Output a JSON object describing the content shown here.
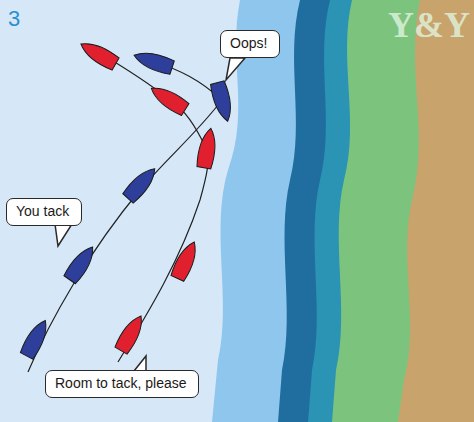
{
  "diagram": {
    "nodes": [
      {
        "text": [
          "Oops!"
        ]
      },
      {
        "text": [
          "You tack"
        ]
      },
      {
        "text": [
          "Room to tack, please"
        ]
      }
    ],
    "labels": [
      "3",
      "Y&Y"
    ]
  }
}
